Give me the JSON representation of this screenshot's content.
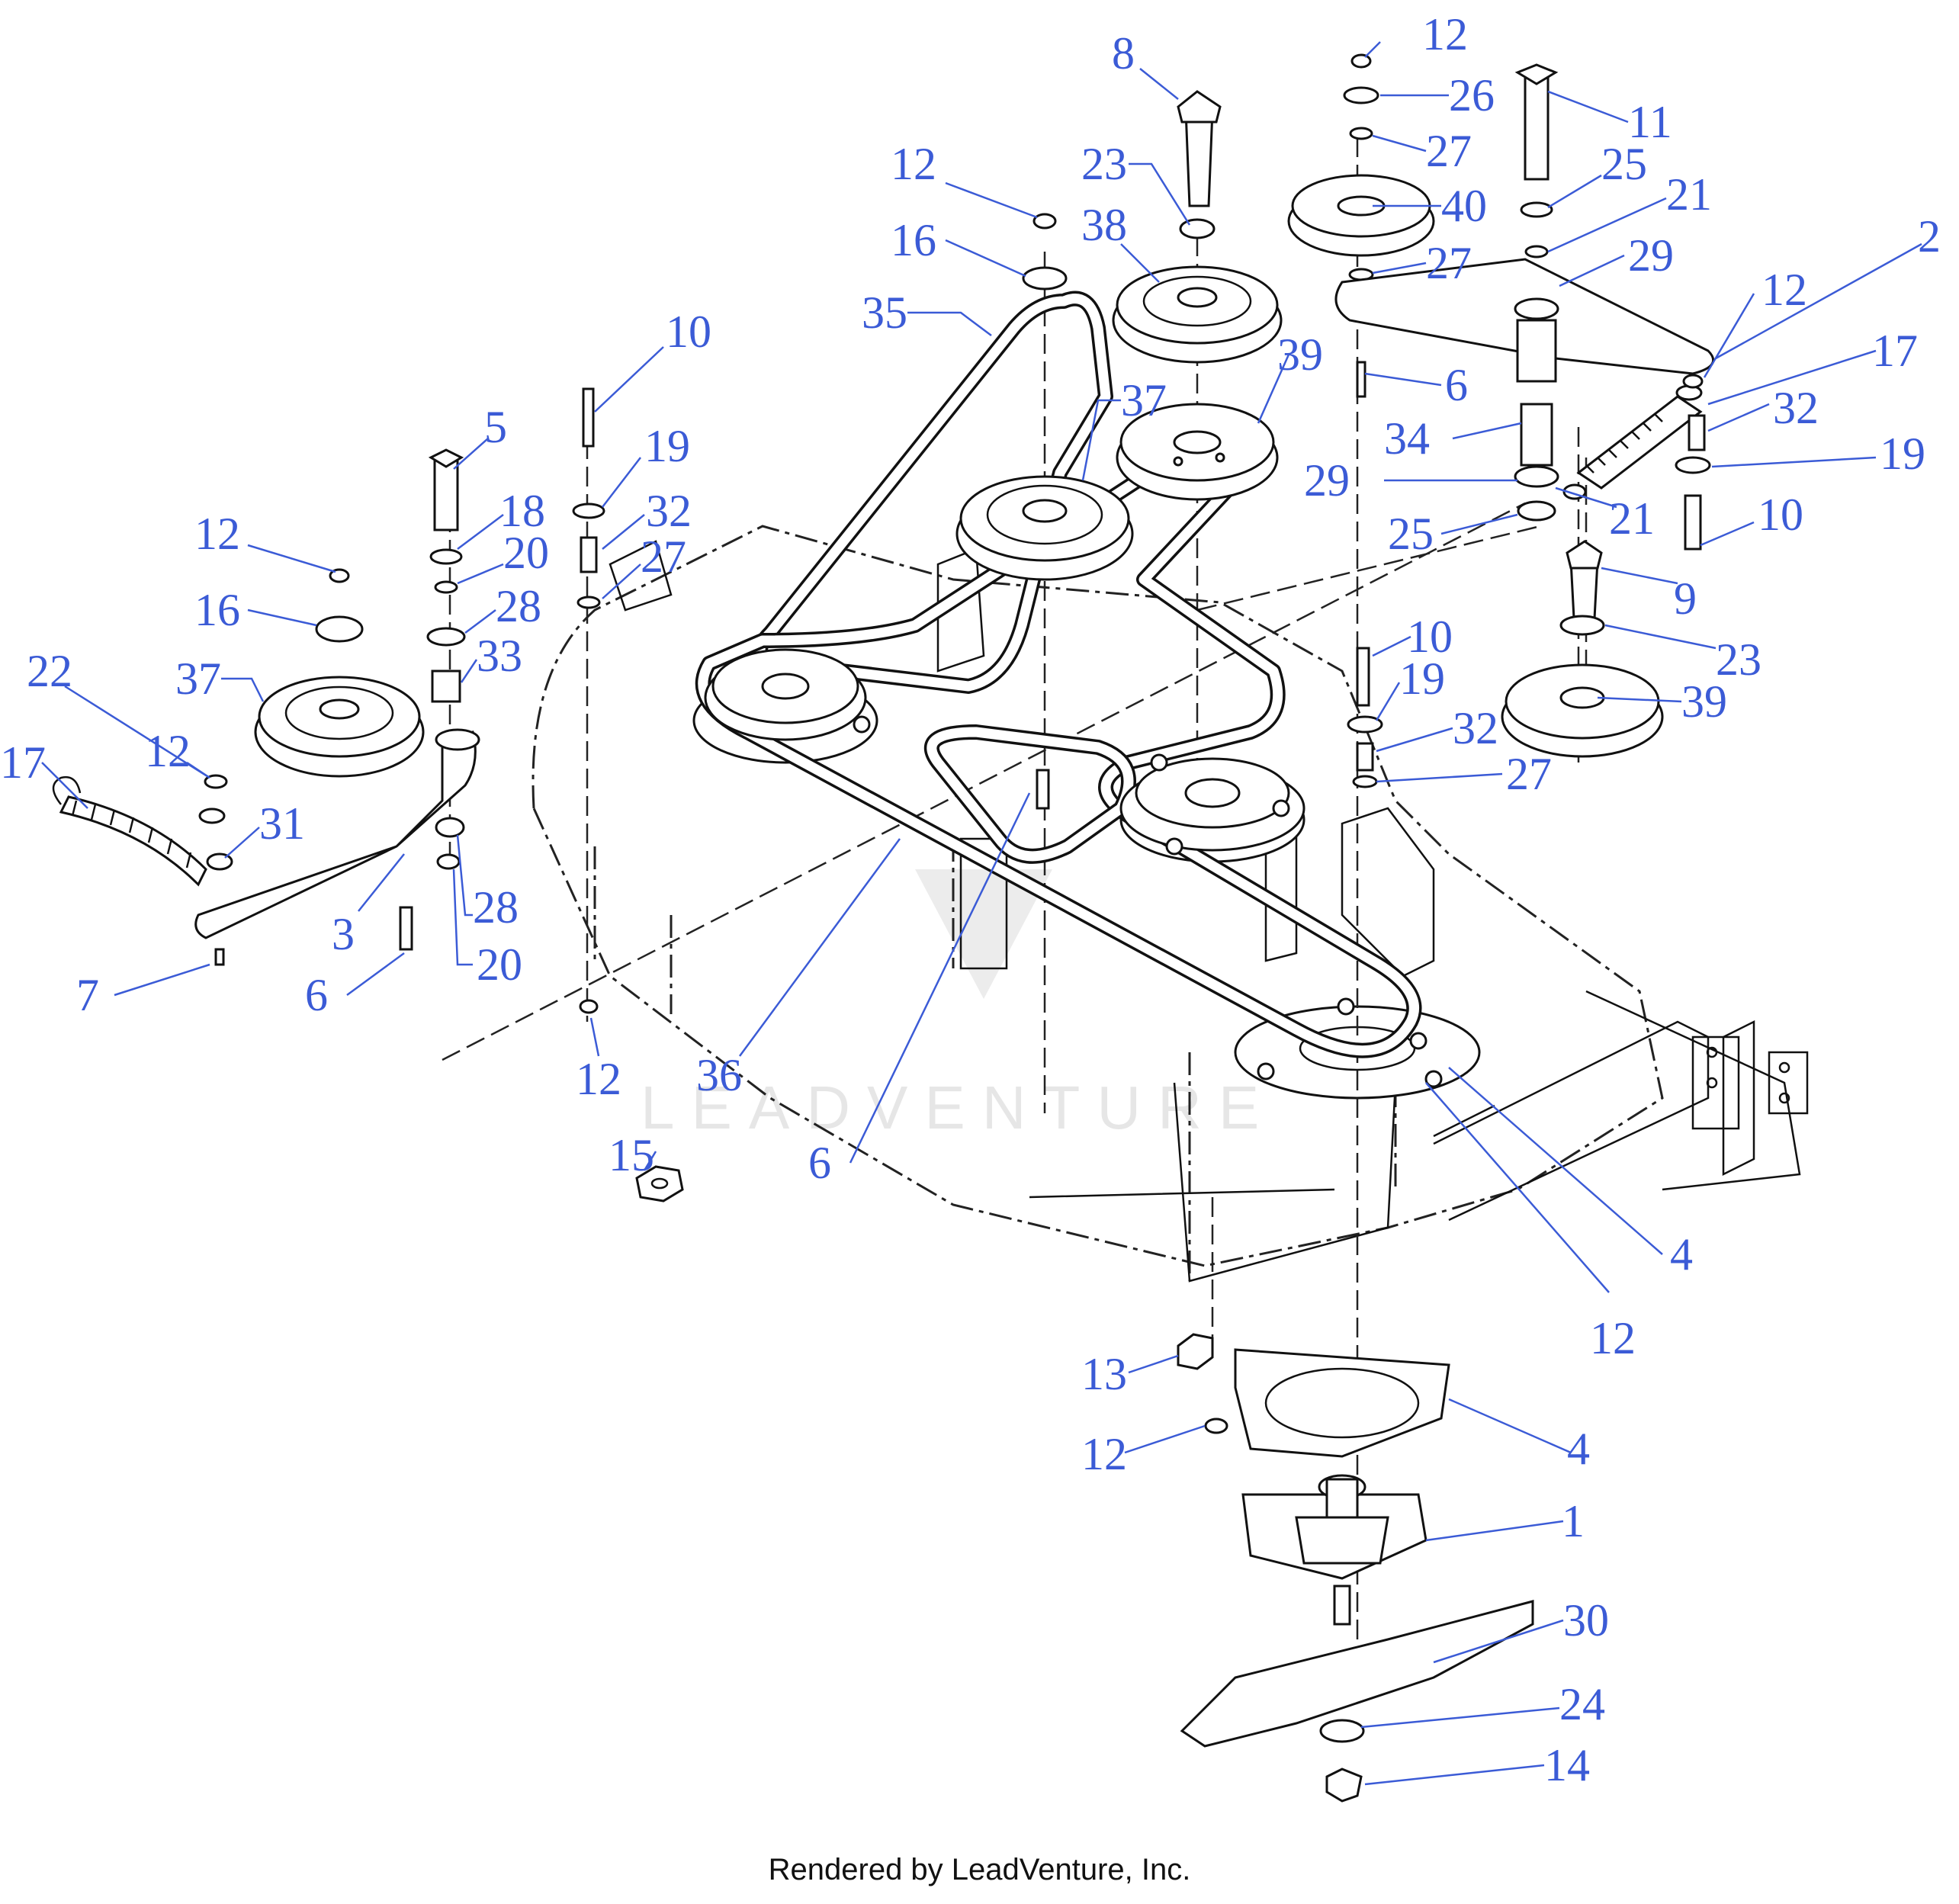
{
  "colors": {
    "callout": "#3b5bd6",
    "line": "#111111",
    "watermark": "#e6e6e6"
  },
  "watermark": "LEADVENTURE",
  "footer": "Rendered by LeadVenture, Inc.",
  "callouts": [
    {
      "label": "12"
    },
    {
      "label": "8"
    },
    {
      "label": "26"
    },
    {
      "label": "11"
    },
    {
      "label": "27"
    },
    {
      "label": "23"
    },
    {
      "label": "25"
    },
    {
      "label": "12"
    },
    {
      "label": "40"
    },
    {
      "label": "21"
    },
    {
      "label": "16"
    },
    {
      "label": "38"
    },
    {
      "label": "27"
    },
    {
      "label": "29"
    },
    {
      "label": "2"
    },
    {
      "label": "35"
    },
    {
      "label": "12"
    },
    {
      "label": "39"
    },
    {
      "label": "17"
    },
    {
      "label": "10"
    },
    {
      "label": "37"
    },
    {
      "label": "6"
    },
    {
      "label": "32"
    },
    {
      "label": "5"
    },
    {
      "label": "19"
    },
    {
      "label": "34"
    },
    {
      "label": "19"
    },
    {
      "label": "18"
    },
    {
      "label": "32"
    },
    {
      "label": "29"
    },
    {
      "label": "21"
    },
    {
      "label": "10"
    },
    {
      "label": "12"
    },
    {
      "label": "20"
    },
    {
      "label": "27"
    },
    {
      "label": "25"
    },
    {
      "label": "16"
    },
    {
      "label": "28"
    },
    {
      "label": "9"
    },
    {
      "label": "33"
    },
    {
      "label": "23"
    },
    {
      "label": "22"
    },
    {
      "label": "37"
    },
    {
      "label": "10"
    },
    {
      "label": "19"
    },
    {
      "label": "39"
    },
    {
      "label": "17"
    },
    {
      "label": "12"
    },
    {
      "label": "32"
    },
    {
      "label": "27"
    },
    {
      "label": "31"
    },
    {
      "label": "28"
    },
    {
      "label": "3"
    },
    {
      "label": "20"
    },
    {
      "label": "7"
    },
    {
      "label": "6"
    },
    {
      "label": "12"
    },
    {
      "label": "36"
    },
    {
      "label": "15"
    },
    {
      "label": "6"
    },
    {
      "label": "4"
    },
    {
      "label": "12"
    },
    {
      "label": "13"
    },
    {
      "label": "4"
    },
    {
      "label": "12"
    },
    {
      "label": "1"
    },
    {
      "label": "30"
    },
    {
      "label": "24"
    },
    {
      "label": "14"
    }
  ]
}
